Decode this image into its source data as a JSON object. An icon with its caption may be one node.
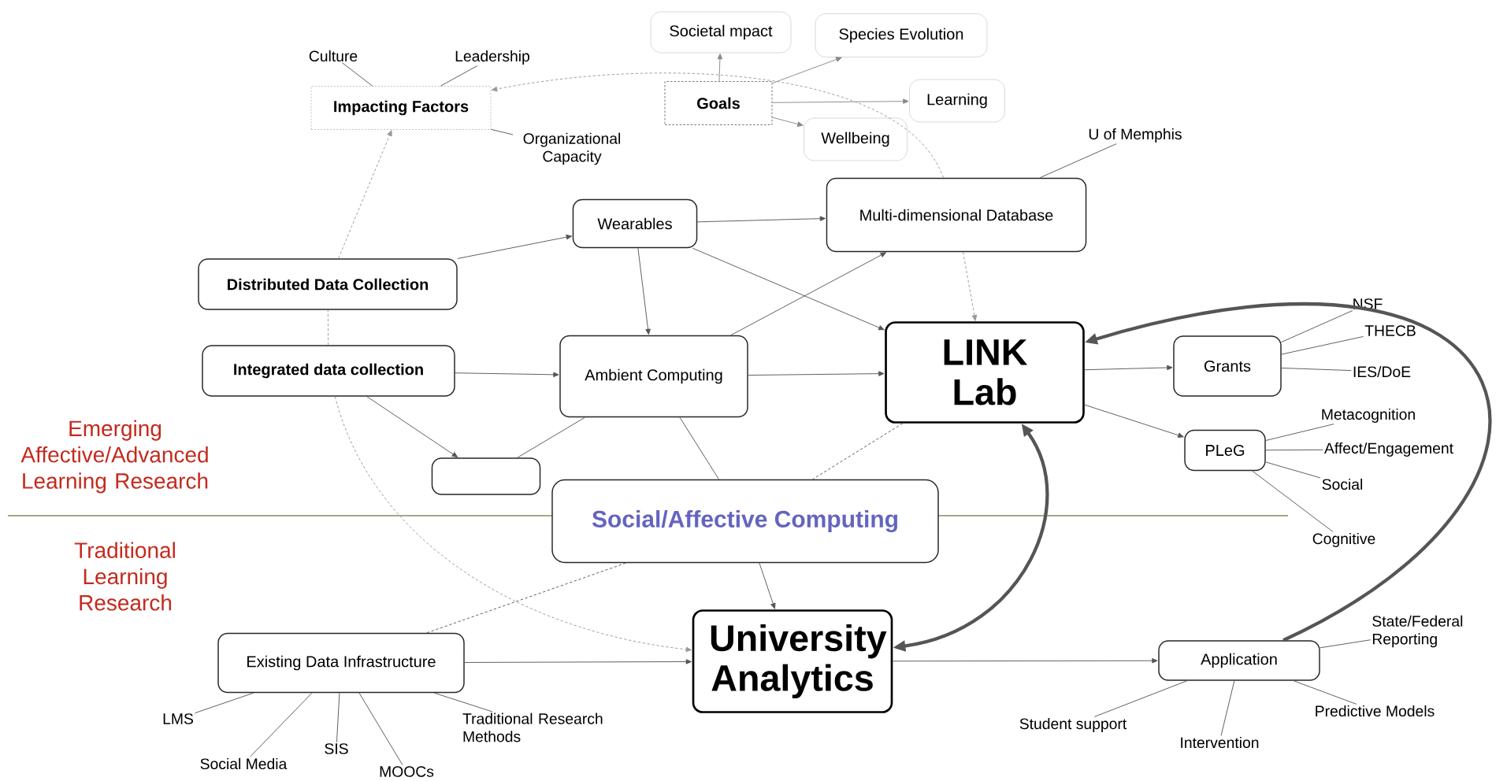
{
  "diagram": {
    "nodes": [
      {
        "text": [
          "Impacting Factors"
        ]
      },
      {
        "text": [
          "Culture"
        ]
      },
      {
        "text": [
          "Leadership"
        ]
      },
      {
        "text": [
          "Organizational Capacity"
        ]
      },
      {
        "text": [
          "Goals"
        ]
      },
      {
        "text": [
          "Societal mpact"
        ]
      },
      {
        "text": [
          "Species Evolution"
        ]
      },
      {
        "text": [
          "Learning"
        ]
      },
      {
        "text": [
          "Wellbeing"
        ]
      },
      {
        "text": [
          "Multi-dimensional Database"
        ]
      },
      {
        "text": [
          "U of Memphis"
        ]
      },
      {
        "text": [
          "Wearables"
        ]
      },
      {
        "text": [
          "Distributed Data Collection"
        ]
      },
      {
        "text": [
          "Integrated data collection"
        ]
      },
      {
        "text": [
          "Ambient Computing"
        ]
      },
      {
        "text": [
          "LINK Lab"
        ]
      },
      {
        "text": [
          "Grants"
        ]
      },
      {
        "text": [
          "NSF"
        ]
      },
      {
        "text": [
          "THECB"
        ]
      },
      {
        "text": [
          "IES/DoE"
        ]
      },
      {
        "text": [
          "PLeG"
        ]
      },
      {
        "text": [
          "Metacognition"
        ]
      },
      {
        "text": [
          "Affect/Engagement"
        ]
      },
      {
        "text": [
          "Social"
        ]
      },
      {
        "text": [
          "Cognitive"
        ]
      },
      {
        "text": [],
        "shape": "box"
      },
      {
        "text": [
          "Social/Affective Computing"
        ]
      },
      {
        "text": [
          "University Analytics"
        ]
      },
      {
        "text": [
          "Existing Data Infrastructure"
        ]
      },
      {
        "text": [
          "LMS"
        ]
      },
      {
        "text": [
          "Social Media"
        ]
      },
      {
        "text": [
          "SIS"
        ]
      },
      {
        "text": [
          "MOOCs"
        ]
      },
      {
        "text": [
          "Traditional Research Methods"
        ]
      },
      {
        "text": [
          "Application"
        ]
      },
      {
        "text": [
          "State/Federal Reporting"
        ]
      },
      {
        "text": [
          "Student support"
        ]
      },
      {
        "text": [
          "Intervention"
        ]
      },
      {
        "text": [
          "Predictive Models"
        ]
      }
    ],
    "edges": [
      {
        "from": 4,
        "to": 5,
        "arrow": "to",
        "color": "#888888"
      },
      {
        "from": 4,
        "to": 6,
        "arrow": "to",
        "color": "#888888"
      },
      {
        "from": 4,
        "to": 7,
        "arrow": "to",
        "color": "#888888"
      },
      {
        "from": 4,
        "to": 8,
        "arrow": "to",
        "color": "#888888"
      },
      {
        "from": 1,
        "to": 0,
        "arrow": "none"
      },
      {
        "from": 2,
        "to": 0,
        "arrow": "none"
      },
      {
        "from": 3,
        "to": 0,
        "arrow": "none"
      },
      {
        "from": 9,
        "to": 0,
        "arrow": "to",
        "style": "dashed",
        "color": "#999999"
      },
      {
        "from": 12,
        "to": 0,
        "arrow": "to",
        "style": "dashed",
        "color": "#999999"
      },
      {
        "from": 13,
        "to": 12,
        "arrow": "none",
        "style": "dashed",
        "color": "#999999"
      },
      {
        "from": 13,
        "to": 27,
        "arrow": "to",
        "style": "dashed",
        "color": "#999999"
      },
      {
        "from": 10,
        "to": 9,
        "arrow": "none"
      },
      {
        "from": 12,
        "to": 11,
        "arrow": "to"
      },
      {
        "from": 11,
        "to": 9,
        "arrow": "to"
      },
      {
        "from": 11,
        "to": 14,
        "arrow": "to"
      },
      {
        "from": 11,
        "to": 15,
        "arrow": "to"
      },
      {
        "from": 14,
        "to": 9,
        "arrow": "to"
      },
      {
        "from": 13,
        "to": 14,
        "arrow": "to"
      },
      {
        "from": 14,
        "to": 15,
        "arrow": "to"
      },
      {
        "from": 9,
        "to": 15,
        "arrow": "to",
        "style": "dashed",
        "color": "#999999"
      },
      {
        "from": 13,
        "to": 25,
        "arrow": "to"
      },
      {
        "from": 25,
        "to": 14,
        "arrow": "none"
      },
      {
        "from": 14,
        "to": 26,
        "arrow": "none"
      },
      {
        "from": 26,
        "to": 27,
        "arrow": "to"
      },
      {
        "from": 15,
        "to": 26,
        "arrow": "none",
        "style": "dashed"
      },
      {
        "from": 26,
        "to": 28,
        "arrow": "none",
        "style": "dashed"
      },
      {
        "from": 15,
        "to": 16,
        "arrow": "to"
      },
      {
        "from": 15,
        "to": 20,
        "arrow": "to"
      },
      {
        "from": 16,
        "to": 17,
        "arrow": "none"
      },
      {
        "from": 16,
        "to": 18,
        "arrow": "none"
      },
      {
        "from": 16,
        "to": 19,
        "arrow": "none"
      },
      {
        "from": 20,
        "to": 21,
        "arrow": "none"
      },
      {
        "from": 20,
        "to": 22,
        "arrow": "none"
      },
      {
        "from": 20,
        "to": 23,
        "arrow": "none"
      },
      {
        "from": 20,
        "to": 24,
        "arrow": "none"
      },
      {
        "from": 15,
        "to": 27,
        "arrow": "both",
        "style": "thick"
      },
      {
        "from": 34,
        "to": 15,
        "arrow": "to",
        "style": "thick"
      },
      {
        "from": 28,
        "to": 27,
        "arrow": "to"
      },
      {
        "from": 27,
        "to": 34,
        "arrow": "to"
      },
      {
        "from": 28,
        "to": 29,
        "arrow": "none"
      },
      {
        "from": 28,
        "to": 30,
        "arrow": "none"
      },
      {
        "from": 28,
        "to": 31,
        "arrow": "none"
      },
      {
        "from": 28,
        "to": 32,
        "arrow": "none"
      },
      {
        "from": 28,
        "to": 33,
        "arrow": "none"
      },
      {
        "from": 34,
        "to": 35,
        "arrow": "none"
      },
      {
        "from": 34,
        "to": 36,
        "arrow": "none"
      },
      {
        "from": 34,
        "to": 37,
        "arrow": "none"
      },
      {
        "from": 34,
        "to": 38,
        "arrow": "none"
      }
    ],
    "labels": [
      "Emerging Affective/Advanced Learning Research",
      "Traditional Learning Research"
    ]
  }
}
